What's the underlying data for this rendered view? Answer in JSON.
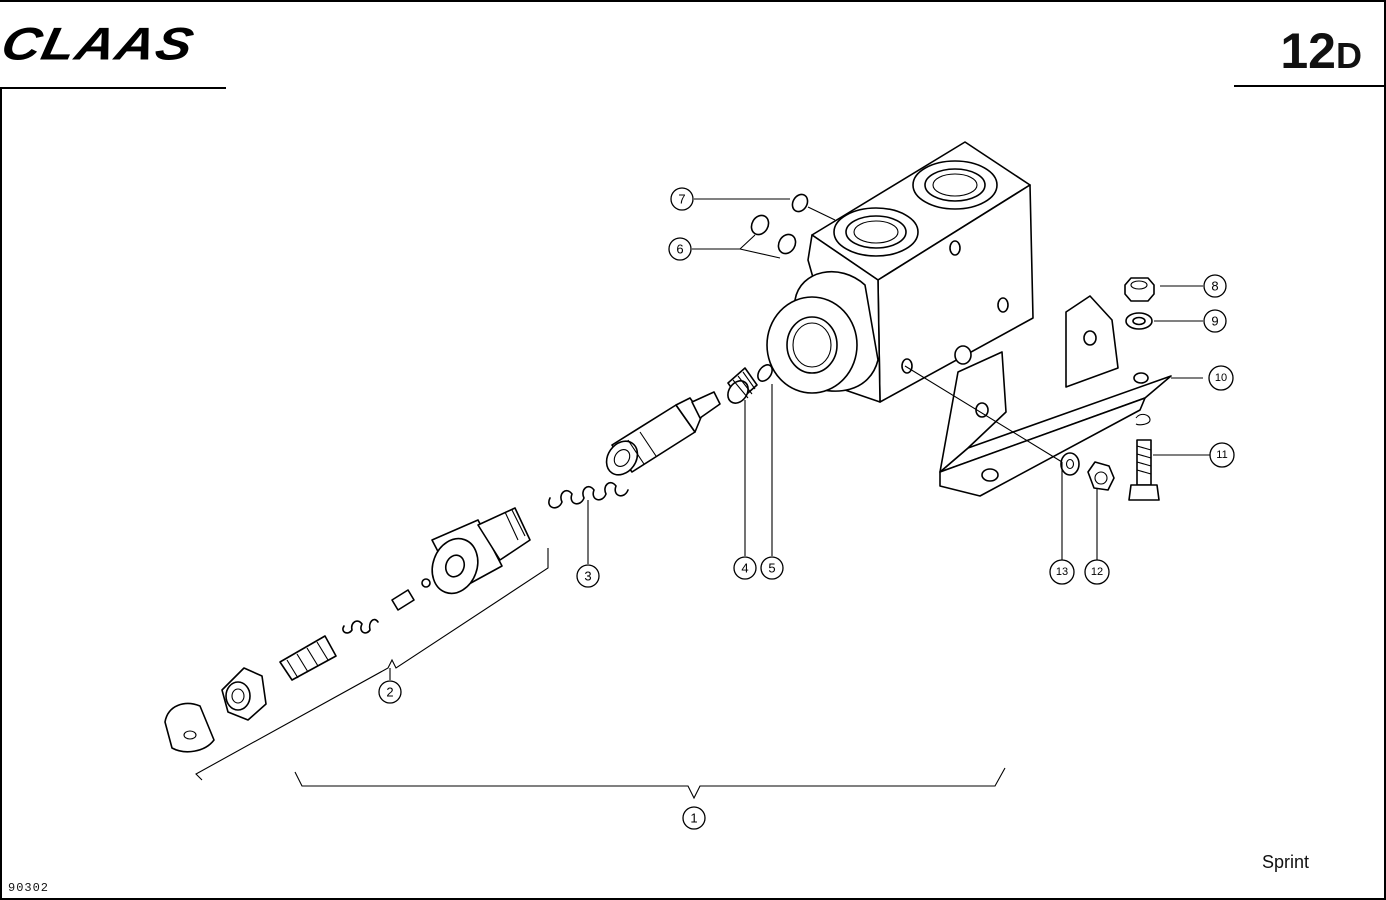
{
  "header": {
    "brand": "CLAAS",
    "page_number": "12",
    "page_suffix": "D"
  },
  "footer": {
    "model": "Sprint",
    "drawing_number": "90302"
  },
  "callouts": [
    "1",
    "2",
    "3",
    "4",
    "5",
    "6",
    "7",
    "8",
    "9",
    "10",
    "11",
    "12",
    "13"
  ]
}
